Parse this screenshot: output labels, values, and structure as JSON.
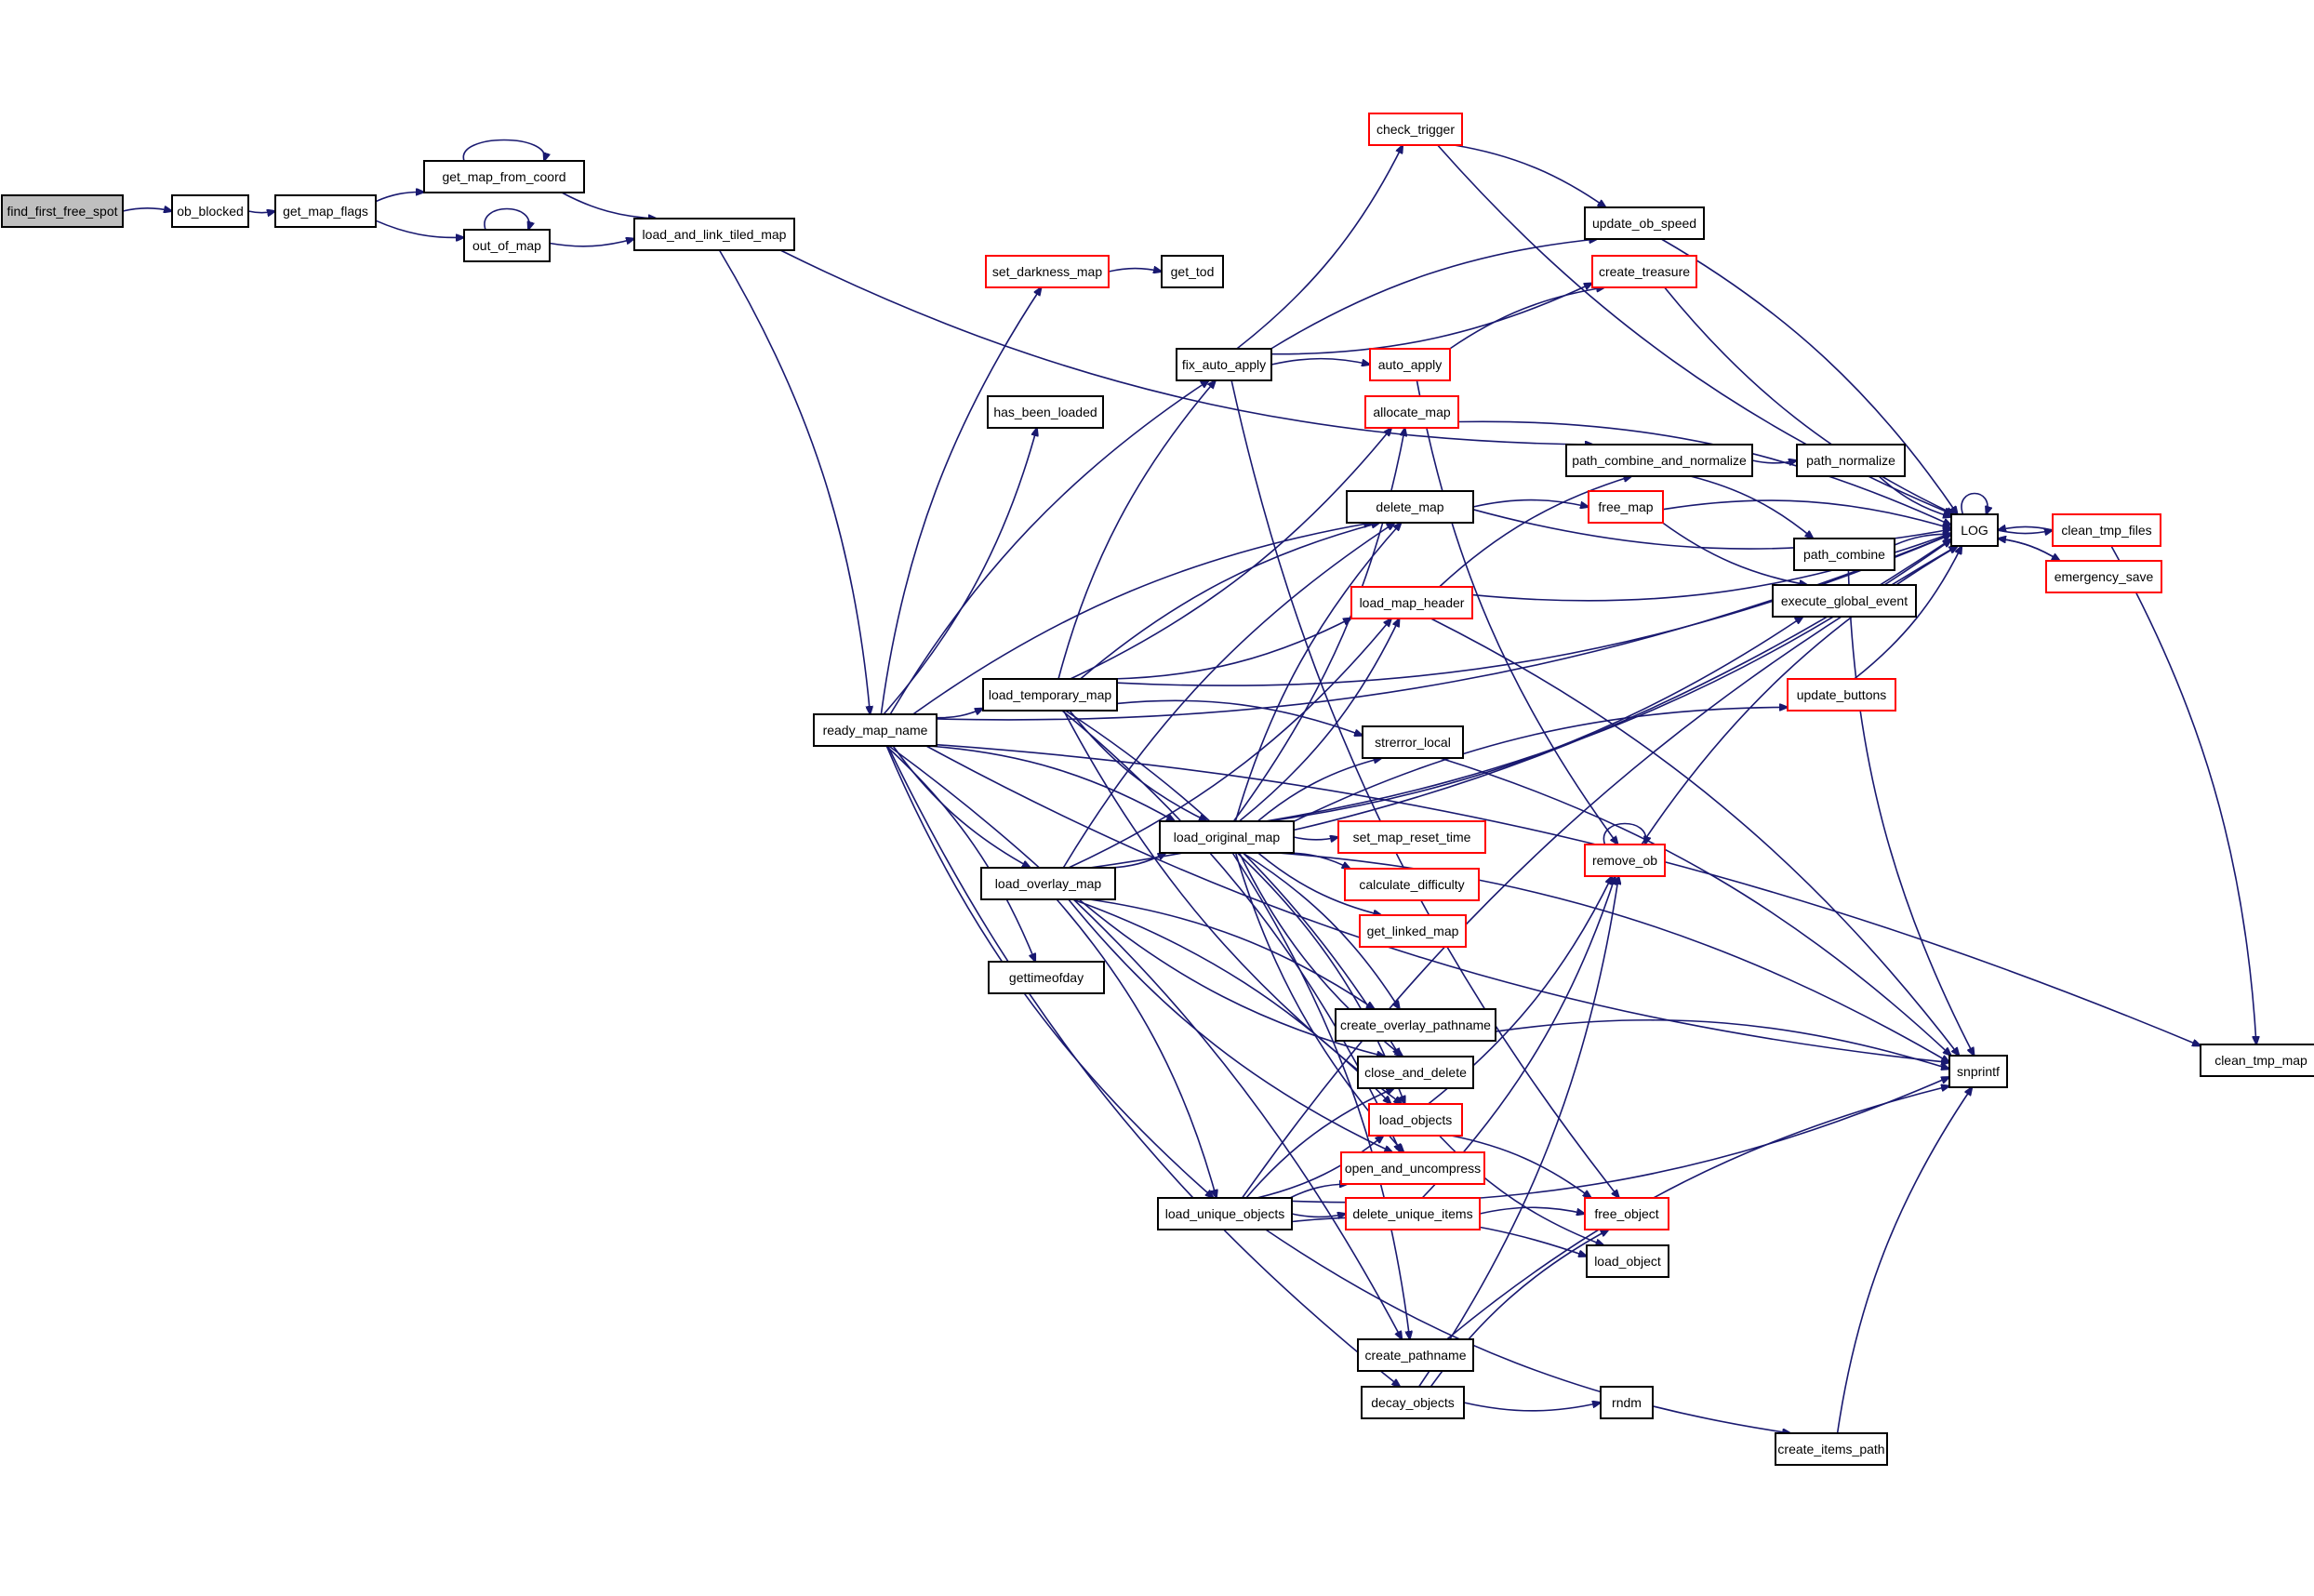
{
  "diagram": {
    "type": "call-graph",
    "root": "find_first_free_spot",
    "colors": {
      "edge": "#191970",
      "node_border": "#000000",
      "truncated_border": "#ff0000",
      "root_fill": "#bfbfbf"
    },
    "nodes": [
      {
        "id": "find_first_free_spot",
        "label": "find_first_free_spot",
        "style": "root"
      },
      {
        "id": "ob_blocked",
        "label": "ob_blocked",
        "style": "normal"
      },
      {
        "id": "get_map_flags",
        "label": "get_map_flags",
        "style": "normal"
      },
      {
        "id": "get_map_from_coord",
        "label": "get_map_from_coord",
        "style": "normal"
      },
      {
        "id": "out_of_map",
        "label": "out_of_map",
        "style": "normal"
      },
      {
        "id": "load_and_link_tiled_map",
        "label": "load_and_link_tiled_map",
        "style": "normal"
      },
      {
        "id": "ready_map_name",
        "label": "ready_map_name",
        "style": "normal"
      },
      {
        "id": "set_darkness_map",
        "label": "set_darkness_map",
        "style": "red"
      },
      {
        "id": "get_tod",
        "label": "get_tod",
        "style": "normal"
      },
      {
        "id": "has_been_loaded",
        "label": "has_been_loaded",
        "style": "normal"
      },
      {
        "id": "fix_auto_apply",
        "label": "fix_auto_apply",
        "style": "normal"
      },
      {
        "id": "check_trigger",
        "label": "check_trigger",
        "style": "red"
      },
      {
        "id": "update_ob_speed",
        "label": "update_ob_speed",
        "style": "normal"
      },
      {
        "id": "create_treasure",
        "label": "create_treasure",
        "style": "red"
      },
      {
        "id": "auto_apply",
        "label": "auto_apply",
        "style": "red"
      },
      {
        "id": "allocate_map",
        "label": "allocate_map",
        "style": "red"
      },
      {
        "id": "path_combine_and_normalize",
        "label": "path_combine_and_normalize",
        "style": "normal"
      },
      {
        "id": "path_normalize",
        "label": "path_normalize",
        "style": "normal"
      },
      {
        "id": "delete_map",
        "label": "delete_map",
        "style": "normal"
      },
      {
        "id": "free_map",
        "label": "free_map",
        "style": "red"
      },
      {
        "id": "path_combine",
        "label": "path_combine",
        "style": "normal"
      },
      {
        "id": "LOG",
        "label": "LOG",
        "style": "normal"
      },
      {
        "id": "clean_tmp_files",
        "label": "clean_tmp_files",
        "style": "red"
      },
      {
        "id": "emergency_save",
        "label": "emergency_save",
        "style": "red"
      },
      {
        "id": "load_map_header",
        "label": "load_map_header",
        "style": "red"
      },
      {
        "id": "execute_global_event",
        "label": "execute_global_event",
        "style": "normal"
      },
      {
        "id": "load_temporary_map",
        "label": "load_temporary_map",
        "style": "normal"
      },
      {
        "id": "update_buttons",
        "label": "update_buttons",
        "style": "red"
      },
      {
        "id": "strerror_local",
        "label": "strerror_local",
        "style": "normal"
      },
      {
        "id": "load_original_map",
        "label": "load_original_map",
        "style": "normal"
      },
      {
        "id": "set_map_reset_time",
        "label": "set_map_reset_time",
        "style": "red"
      },
      {
        "id": "remove_ob",
        "label": "remove_ob",
        "style": "red"
      },
      {
        "id": "load_overlay_map",
        "label": "load_overlay_map",
        "style": "normal"
      },
      {
        "id": "calculate_difficulty",
        "label": "calculate_difficulty",
        "style": "red"
      },
      {
        "id": "get_linked_map",
        "label": "get_linked_map",
        "style": "red"
      },
      {
        "id": "gettimeofday",
        "label": "gettimeofday",
        "style": "normal"
      },
      {
        "id": "create_overlay_pathname",
        "label": "create_overlay_pathname",
        "style": "normal"
      },
      {
        "id": "close_and_delete",
        "label": "close_and_delete",
        "style": "normal"
      },
      {
        "id": "snprintf",
        "label": "snprintf",
        "style": "normal"
      },
      {
        "id": "clean_tmp_map",
        "label": "clean_tmp_map",
        "style": "normal"
      },
      {
        "id": "load_objects",
        "label": "load_objects",
        "style": "red"
      },
      {
        "id": "open_and_uncompress",
        "label": "open_and_uncompress",
        "style": "red"
      },
      {
        "id": "load_unique_objects",
        "label": "load_unique_objects",
        "style": "normal"
      },
      {
        "id": "delete_unique_items",
        "label": "delete_unique_items",
        "style": "red"
      },
      {
        "id": "free_object",
        "label": "free_object",
        "style": "red"
      },
      {
        "id": "load_object",
        "label": "load_object",
        "style": "normal"
      },
      {
        "id": "create_pathname",
        "label": "create_pathname",
        "style": "normal"
      },
      {
        "id": "decay_objects",
        "label": "decay_objects",
        "style": "normal"
      },
      {
        "id": "rndm",
        "label": "rndm",
        "style": "normal"
      },
      {
        "id": "create_items_path",
        "label": "create_items_path",
        "style": "normal"
      }
    ],
    "edges": [
      [
        "find_first_free_spot",
        "ob_blocked"
      ],
      [
        "ob_blocked",
        "get_map_flags"
      ],
      [
        "get_map_flags",
        "get_map_from_coord"
      ],
      [
        "get_map_flags",
        "out_of_map"
      ],
      [
        "get_map_from_coord",
        "get_map_from_coord"
      ],
      [
        "get_map_from_coord",
        "load_and_link_tiled_map"
      ],
      [
        "out_of_map",
        "out_of_map"
      ],
      [
        "out_of_map",
        "load_and_link_tiled_map"
      ],
      [
        "load_and_link_tiled_map",
        "ready_map_name"
      ],
      [
        "load_and_link_tiled_map",
        "path_combine_and_normalize"
      ],
      [
        "ready_map_name",
        "set_darkness_map"
      ],
      [
        "ready_map_name",
        "has_been_loaded"
      ],
      [
        "ready_map_name",
        "fix_auto_apply"
      ],
      [
        "ready_map_name",
        "LOG"
      ],
      [
        "ready_map_name",
        "delete_map"
      ],
      [
        "ready_map_name",
        "load_temporary_map"
      ],
      [
        "ready_map_name",
        "load_original_map"
      ],
      [
        "ready_map_name",
        "load_overlay_map"
      ],
      [
        "ready_map_name",
        "gettimeofday"
      ],
      [
        "ready_map_name",
        "load_unique_objects"
      ],
      [
        "ready_map_name",
        "create_pathname"
      ],
      [
        "ready_map_name",
        "decay_objects"
      ],
      [
        "ready_map_name",
        "clean_tmp_map"
      ],
      [
        "ready_map_name",
        "snprintf"
      ],
      [
        "set_darkness_map",
        "get_tod"
      ],
      [
        "fix_auto_apply",
        "check_trigger"
      ],
      [
        "fix_auto_apply",
        "update_ob_speed"
      ],
      [
        "fix_auto_apply",
        "create_treasure"
      ],
      [
        "fix_auto_apply",
        "auto_apply"
      ],
      [
        "fix_auto_apply",
        "free_object"
      ],
      [
        "check_trigger",
        "update_ob_speed"
      ],
      [
        "check_trigger",
        "LOG"
      ],
      [
        "update_ob_speed",
        "LOG"
      ],
      [
        "create_treasure",
        "LOG"
      ],
      [
        "auto_apply",
        "create_treasure"
      ],
      [
        "auto_apply",
        "remove_ob"
      ],
      [
        "allocate_map",
        "LOG"
      ],
      [
        "path_combine_and_normalize",
        "path_normalize"
      ],
      [
        "path_combine_and_normalize",
        "path_combine"
      ],
      [
        "path_normalize",
        "LOG"
      ],
      [
        "path_combine",
        "LOG"
      ],
      [
        "path_combine",
        "snprintf"
      ],
      [
        "delete_map",
        "free_map"
      ],
      [
        "delete_map",
        "LOG"
      ],
      [
        "free_map",
        "LOG"
      ],
      [
        "free_map",
        "execute_global_event"
      ],
      [
        "LOG",
        "LOG"
      ],
      [
        "LOG",
        "clean_tmp_files"
      ],
      [
        "LOG",
        "emergency_save"
      ],
      [
        "clean_tmp_files",
        "LOG"
      ],
      [
        "clean_tmp_files",
        "clean_tmp_map"
      ],
      [
        "emergency_save",
        "LOG"
      ],
      [
        "load_map_header",
        "path_combine_and_normalize"
      ],
      [
        "load_map_header",
        "LOG"
      ],
      [
        "load_map_header",
        "snprintf"
      ],
      [
        "load_temporary_map",
        "allocate_map"
      ],
      [
        "load_temporary_map",
        "delete_map"
      ],
      [
        "load_temporary_map",
        "load_map_header"
      ],
      [
        "load_temporary_map",
        "strerror_local"
      ],
      [
        "load_temporary_map",
        "load_original_map"
      ],
      [
        "load_temporary_map",
        "close_and_delete"
      ],
      [
        "load_temporary_map",
        "load_objects"
      ],
      [
        "load_temporary_map",
        "open_and_uncompress"
      ],
      [
        "load_temporary_map",
        "LOG"
      ],
      [
        "load_temporary_map",
        "fix_auto_apply"
      ],
      [
        "update_buttons",
        "LOG"
      ],
      [
        "strerror_local",
        "snprintf"
      ],
      [
        "load_original_map",
        "allocate_map"
      ],
      [
        "load_original_map",
        "delete_map"
      ],
      [
        "load_original_map",
        "load_map_header"
      ],
      [
        "load_original_map",
        "strerror_local"
      ],
      [
        "load_original_map",
        "set_map_reset_time"
      ],
      [
        "load_original_map",
        "calculate_difficulty"
      ],
      [
        "load_original_map",
        "get_linked_map"
      ],
      [
        "load_original_map",
        "create_overlay_pathname"
      ],
      [
        "load_original_map",
        "close_and_delete"
      ],
      [
        "load_original_map",
        "load_objects"
      ],
      [
        "load_original_map",
        "open_and_uncompress"
      ],
      [
        "load_original_map",
        "create_pathname"
      ],
      [
        "load_original_map",
        "LOG"
      ],
      [
        "load_original_map",
        "update_buttons"
      ],
      [
        "load_original_map",
        "execute_global_event"
      ],
      [
        "load_original_map",
        "snprintf"
      ],
      [
        "remove_ob",
        "remove_ob"
      ],
      [
        "remove_ob",
        "LOG"
      ],
      [
        "load_overlay_map",
        "load_original_map"
      ],
      [
        "load_overlay_map",
        "delete_map"
      ],
      [
        "load_overlay_map",
        "load_map_header"
      ],
      [
        "load_overlay_map",
        "create_overlay_pathname"
      ],
      [
        "load_overlay_map",
        "close_and_delete"
      ],
      [
        "load_overlay_map",
        "load_objects"
      ],
      [
        "load_overlay_map",
        "open_and_uncompress"
      ],
      [
        "load_overlay_map",
        "load_unique_objects"
      ],
      [
        "load_overlay_map",
        "LOG"
      ],
      [
        "create_overlay_pathname",
        "snprintf"
      ],
      [
        "load_objects",
        "remove_ob"
      ],
      [
        "load_objects",
        "free_object"
      ],
      [
        "load_objects",
        "load_object"
      ],
      [
        "load_unique_objects",
        "close_and_delete"
      ],
      [
        "load_unique_objects",
        "load_objects"
      ],
      [
        "load_unique_objects",
        "open_and_uncompress"
      ],
      [
        "load_unique_objects",
        "delete_unique_items"
      ],
      [
        "load_unique_objects",
        "load_object"
      ],
      [
        "load_unique_objects",
        "create_items_path"
      ],
      [
        "load_unique_objects",
        "LOG"
      ],
      [
        "load_unique_objects",
        "snprintf"
      ],
      [
        "delete_unique_items",
        "free_object"
      ],
      [
        "delete_unique_items",
        "remove_ob"
      ],
      [
        "create_pathname",
        "snprintf"
      ],
      [
        "decay_objects",
        "rndm"
      ],
      [
        "decay_objects",
        "free_object"
      ],
      [
        "decay_objects",
        "remove_ob"
      ],
      [
        "create_items_path",
        "snprintf"
      ]
    ]
  }
}
